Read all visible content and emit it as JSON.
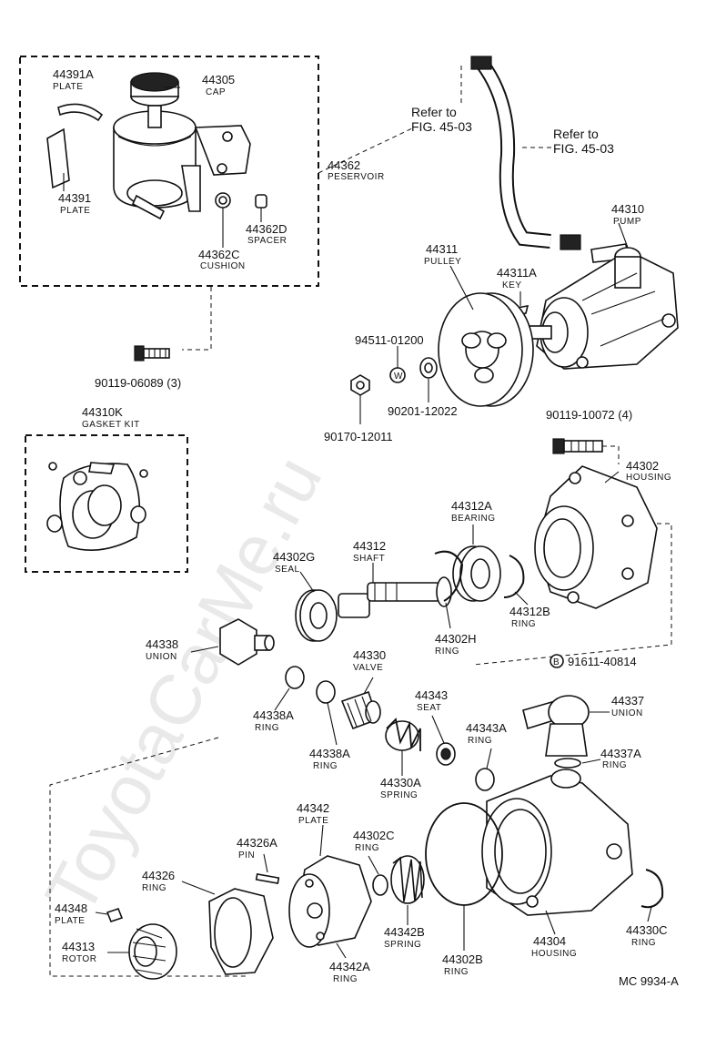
{
  "watermark": "ToyotaCarMe.ru",
  "diagram_code": "MC 9934-A",
  "refs": [
    {
      "id": "ref1",
      "line1": "Refer to",
      "line2": "FIG. 45-03"
    },
    {
      "id": "ref2",
      "line1": "Refer to",
      "line2": "FIG. 45-03"
    }
  ],
  "parts": [
    {
      "id": "p44391A",
      "num": "44391A",
      "name": "PLATE"
    },
    {
      "id": "p44305",
      "num": "44305",
      "name": "CAP"
    },
    {
      "id": "p44391",
      "num": "44391",
      "name": "PLATE"
    },
    {
      "id": "p44362",
      "num": "44362",
      "name": "PESERVOIR"
    },
    {
      "id": "p44362D",
      "num": "44362D",
      "name": "SPACER"
    },
    {
      "id": "p44362C",
      "num": "44362C",
      "name": "CUSHION"
    },
    {
      "id": "p90119a",
      "num": "90119-06089 (3)",
      "name": ""
    },
    {
      "id": "p44310",
      "num": "44310",
      "name": "PUMP"
    },
    {
      "id": "p44311",
      "num": "44311",
      "name": "PULLEY"
    },
    {
      "id": "p44311A",
      "num": "44311A",
      "name": "KEY"
    },
    {
      "id": "p94511",
      "num": "94511-01200",
      "name": ""
    },
    {
      "id": "p90201",
      "num": "90201-12022",
      "name": ""
    },
    {
      "id": "p90170",
      "num": "90170-12011",
      "name": ""
    },
    {
      "id": "p44310K",
      "num": "44310K",
      "name": "GASKET KIT"
    },
    {
      "id": "p90119b",
      "num": "90119-10072 (4)",
      "name": ""
    },
    {
      "id": "p44302",
      "num": "44302",
      "name": "HOUSING"
    },
    {
      "id": "p44312A",
      "num": "44312A",
      "name": "BEARING"
    },
    {
      "id": "p44302G",
      "num": "44302G",
      "name": "SEAL"
    },
    {
      "id": "p44312",
      "num": "44312",
      "name": "SHAFT"
    },
    {
      "id": "p44312B",
      "num": "44312B",
      "name": "RING"
    },
    {
      "id": "p44302H",
      "num": "44302H",
      "name": "RING"
    },
    {
      "id": "p91611",
      "num": "91611-40814",
      "name": ""
    },
    {
      "id": "p44338",
      "num": "44338",
      "name": "UNION"
    },
    {
      "id": "p44330",
      "num": "44330",
      "name": "VALVE"
    },
    {
      "id": "p44343",
      "num": "44343",
      "name": "SEAT"
    },
    {
      "id": "p44337",
      "num": "44337",
      "name": "UNION"
    },
    {
      "id": "p44338A1",
      "num": "44338A",
      "name": "RING"
    },
    {
      "id": "p44338A2",
      "num": "44338A",
      "name": "RING"
    },
    {
      "id": "p44343A",
      "num": "44343A",
      "name": "RING"
    },
    {
      "id": "p44337A",
      "num": "44337A",
      "name": "RING"
    },
    {
      "id": "p44330A",
      "num": "44330A",
      "name": "SPRING"
    },
    {
      "id": "p44342",
      "num": "44342",
      "name": "PLATE"
    },
    {
      "id": "p44326A",
      "num": "44326A",
      "name": "PIN"
    },
    {
      "id": "p44302C",
      "num": "44302C",
      "name": "RING"
    },
    {
      "id": "p44326",
      "num": "44326",
      "name": "RING"
    },
    {
      "id": "p44348",
      "num": "44348",
      "name": "PLATE"
    },
    {
      "id": "p44342B",
      "num": "44342B",
      "name": "SPRING"
    },
    {
      "id": "p44302B",
      "num": "44302B",
      "name": "RING"
    },
    {
      "id": "p44304",
      "num": "44304",
      "name": "HOUSING"
    },
    {
      "id": "p44330C",
      "num": "44330C",
      "name": "RING"
    },
    {
      "id": "p44313",
      "num": "44313",
      "name": "ROTOR"
    },
    {
      "id": "p44342A",
      "num": "44342A",
      "name": "RING"
    }
  ]
}
